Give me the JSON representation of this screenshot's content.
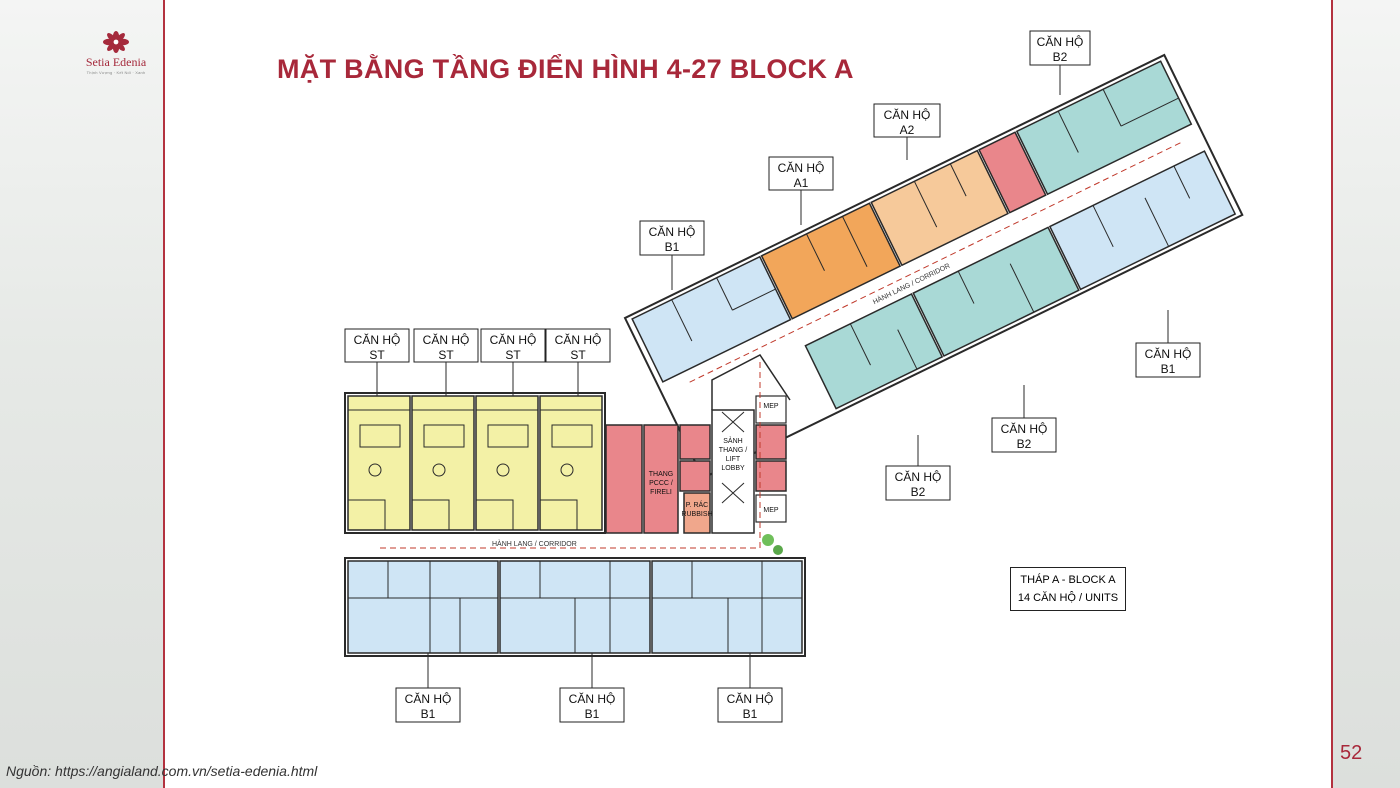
{
  "brand": {
    "name": "Setia Edenia",
    "tagline": "Thịnh Vượng · Kết Nối · Xanh"
  },
  "title": "MẶT BẰNG TẦNG ĐIỂN HÌNH 4-27 BLOCK A",
  "unit_labels": {
    "b2_top": [
      "CĂN HỘ",
      "B2"
    ],
    "a2": [
      "CĂN HỘ",
      "A2"
    ],
    "a1": [
      "CĂN HỘ",
      "A1"
    ],
    "b1_wing": [
      "CĂN HỘ",
      "B1"
    ],
    "st1": [
      "CĂN HỘ",
      "ST"
    ],
    "st2": [
      "CĂN HỘ",
      "ST"
    ],
    "st3": [
      "CĂN HỘ",
      "ST"
    ],
    "st4": [
      "CĂN HỘ",
      "ST"
    ],
    "b1_right": [
      "CĂN HỘ",
      "B1"
    ],
    "b2_mid": [
      "CĂN HỘ",
      "B2"
    ],
    "b2_low": [
      "CĂN HỘ",
      "B2"
    ],
    "b1_bot1": [
      "CĂN HỘ",
      "B1"
    ],
    "b1_bot2": [
      "CĂN HỘ",
      "B1"
    ],
    "b1_bot3": [
      "CĂN HỘ",
      "B1"
    ]
  },
  "core_labels": {
    "lobby": [
      "SẢNH",
      "THANG /",
      "LIFT",
      "LOBBY"
    ],
    "stair": [
      "THANG",
      "PCCC /",
      "FIRELI"
    ],
    "rubbish": [
      "P. RÁC",
      "RUBBISH"
    ],
    "mep_top": "MEP",
    "mep_bottom": "MEP"
  },
  "corridor_labels": {
    "main": "HÀNH LANG / CORRIDOR",
    "wing": "HÀNH LANG / CORRIDOR"
  },
  "legend": {
    "line1": "THÁP A - BLOCK A",
    "line2": "14 CĂN HỘ / UNITS"
  },
  "source": "Nguồn: https://angialand.com.vn/setia-edenia.html",
  "page_number": "52",
  "colors": {
    "accent": "#a8283a",
    "studio": "#f3f1a6",
    "b1": "#cfe5f5",
    "b2": "#a9d9d6",
    "a1": "#f2a65a",
    "a2": "#f6c99a",
    "core": "#e9868b",
    "wall": "#2a2a2a"
  }
}
